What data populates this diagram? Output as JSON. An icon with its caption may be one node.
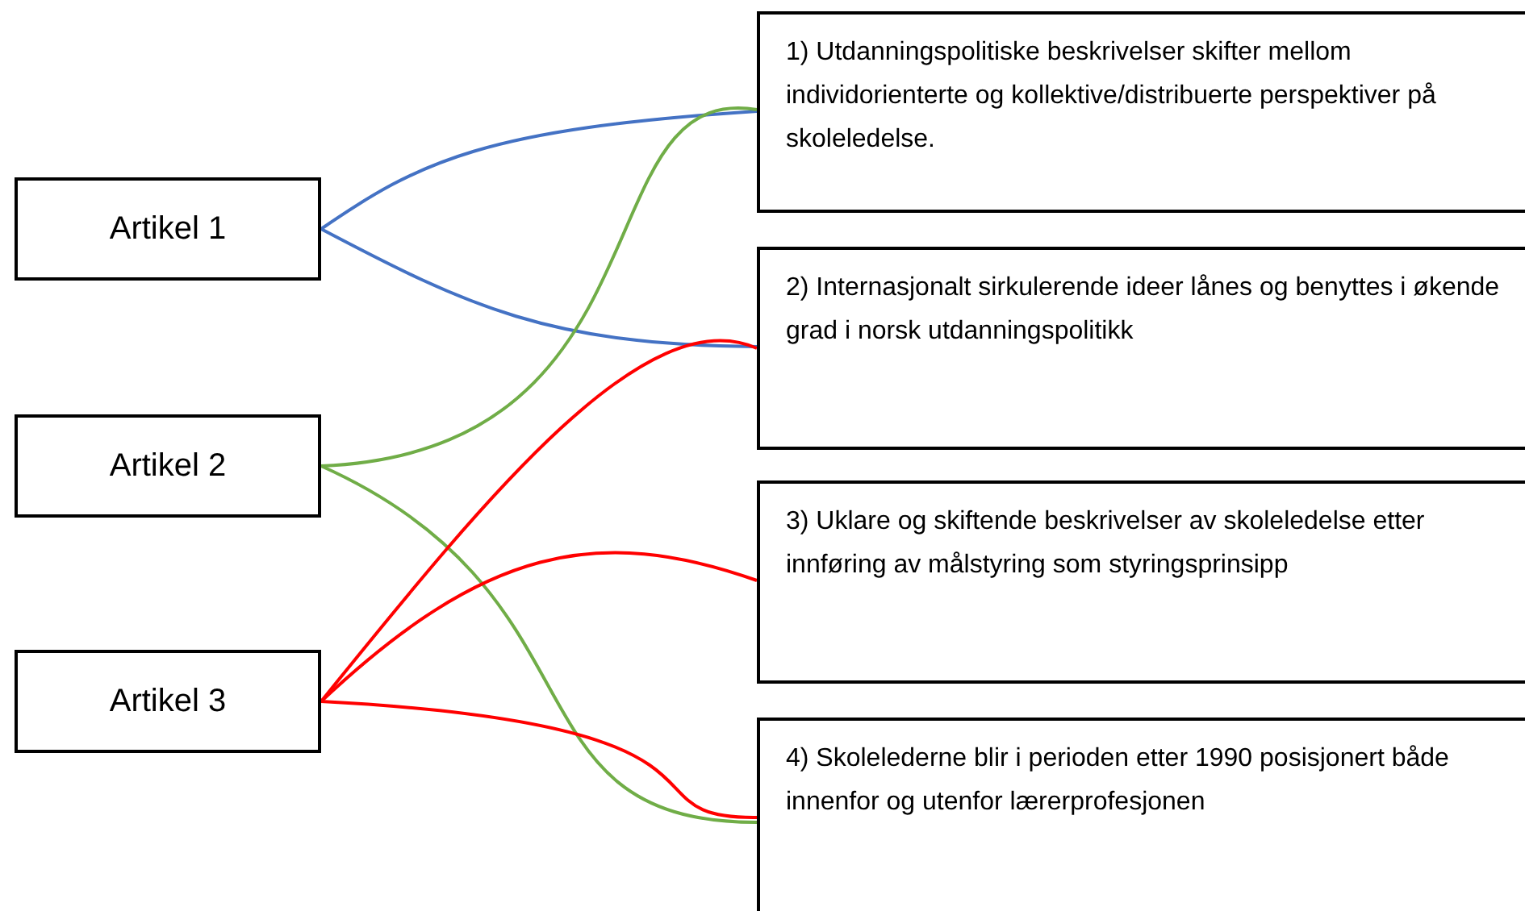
{
  "diagram": {
    "nodes": [
      {
        "text": [
          "Artikel 1"
        ]
      },
      {
        "text": [
          "Artikel 2"
        ]
      },
      {
        "text": [
          "Artikel 3"
        ]
      },
      {
        "text": [
          "1) Utdanningspolitiske beskrivelser skifter mellom individorienterte og kollektive/distribuerte perspektiver på skoleledelse."
        ]
      },
      {
        "text": [
          "2) Internasjonalt sirkulerende ideer lånes og benyttes i økende grad i norsk utdanningspolitikk"
        ]
      },
      {
        "text": [
          "3) Uklare og skiftende beskrivelser av skoleledelse etter innføring av målstyring som styringsprinsipp"
        ]
      },
      {
        "text": [
          "4) Skolelederne blir i perioden etter 1990 posisjonert både innenfor og utenfor lærerprofesjonen"
        ]
      }
    ],
    "edges": [
      {
        "from": 0,
        "to": 3,
        "arrow": "none",
        "color": "#4472c4"
      },
      {
        "from": 0,
        "to": 4,
        "arrow": "none",
        "color": "#4472c4"
      },
      {
        "from": 1,
        "to": 3,
        "arrow": "none",
        "color": "#70ad47"
      },
      {
        "from": 1,
        "to": 6,
        "arrow": "none",
        "color": "#70ad47"
      },
      {
        "from": 2,
        "to": 4,
        "arrow": "none",
        "color": "#ff0000"
      },
      {
        "from": 2,
        "to": 5,
        "arrow": "none",
        "color": "#ff0000"
      },
      {
        "from": 2,
        "to": 6,
        "arrow": "none",
        "color": "#ff0000"
      }
    ]
  }
}
